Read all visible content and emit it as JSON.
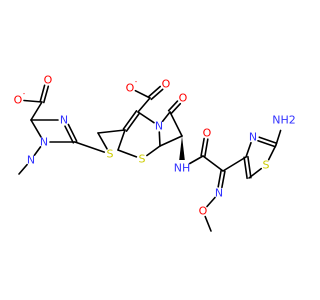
{
  "molecule": {
    "colors": {
      "carbon": "#000000",
      "nitrogen": "#3333ff",
      "oxygen": "#ff0000",
      "sulfur": "#cccc00"
    },
    "atoms": [
      {
        "id": "O1",
        "label": "O",
        "charge": "-",
        "element": "oxygen"
      },
      {
        "id": "O2",
        "label": "O",
        "element": "oxygen"
      },
      {
        "id": "N1",
        "label": "N",
        "element": "nitrogen"
      },
      {
        "id": "N2",
        "label": "N",
        "element": "nitrogen"
      },
      {
        "id": "N3",
        "label": "N",
        "element": "nitrogen"
      },
      {
        "id": "S1",
        "label": "S",
        "element": "sulfur"
      },
      {
        "id": "O3",
        "label": "O",
        "charge": "-",
        "element": "oxygen"
      },
      {
        "id": "O4",
        "label": "O",
        "element": "oxygen"
      },
      {
        "id": "O5",
        "label": "O",
        "element": "oxygen"
      },
      {
        "id": "N4",
        "label": "N",
        "element": "nitrogen"
      },
      {
        "id": "S2",
        "label": "S",
        "element": "sulfur"
      },
      {
        "id": "O6",
        "label": "O",
        "element": "oxygen"
      },
      {
        "id": "NH",
        "label": "NH",
        "element": "nitrogen"
      },
      {
        "id": "N5",
        "label": "N",
        "element": "nitrogen"
      },
      {
        "id": "O7",
        "label": "O",
        "element": "oxygen"
      },
      {
        "id": "N6",
        "label": "N",
        "element": "nitrogen"
      },
      {
        "id": "S3",
        "label": "S",
        "element": "sulfur"
      },
      {
        "id": "NH2",
        "label": "NH2",
        "element": "nitrogen"
      }
    ]
  }
}
